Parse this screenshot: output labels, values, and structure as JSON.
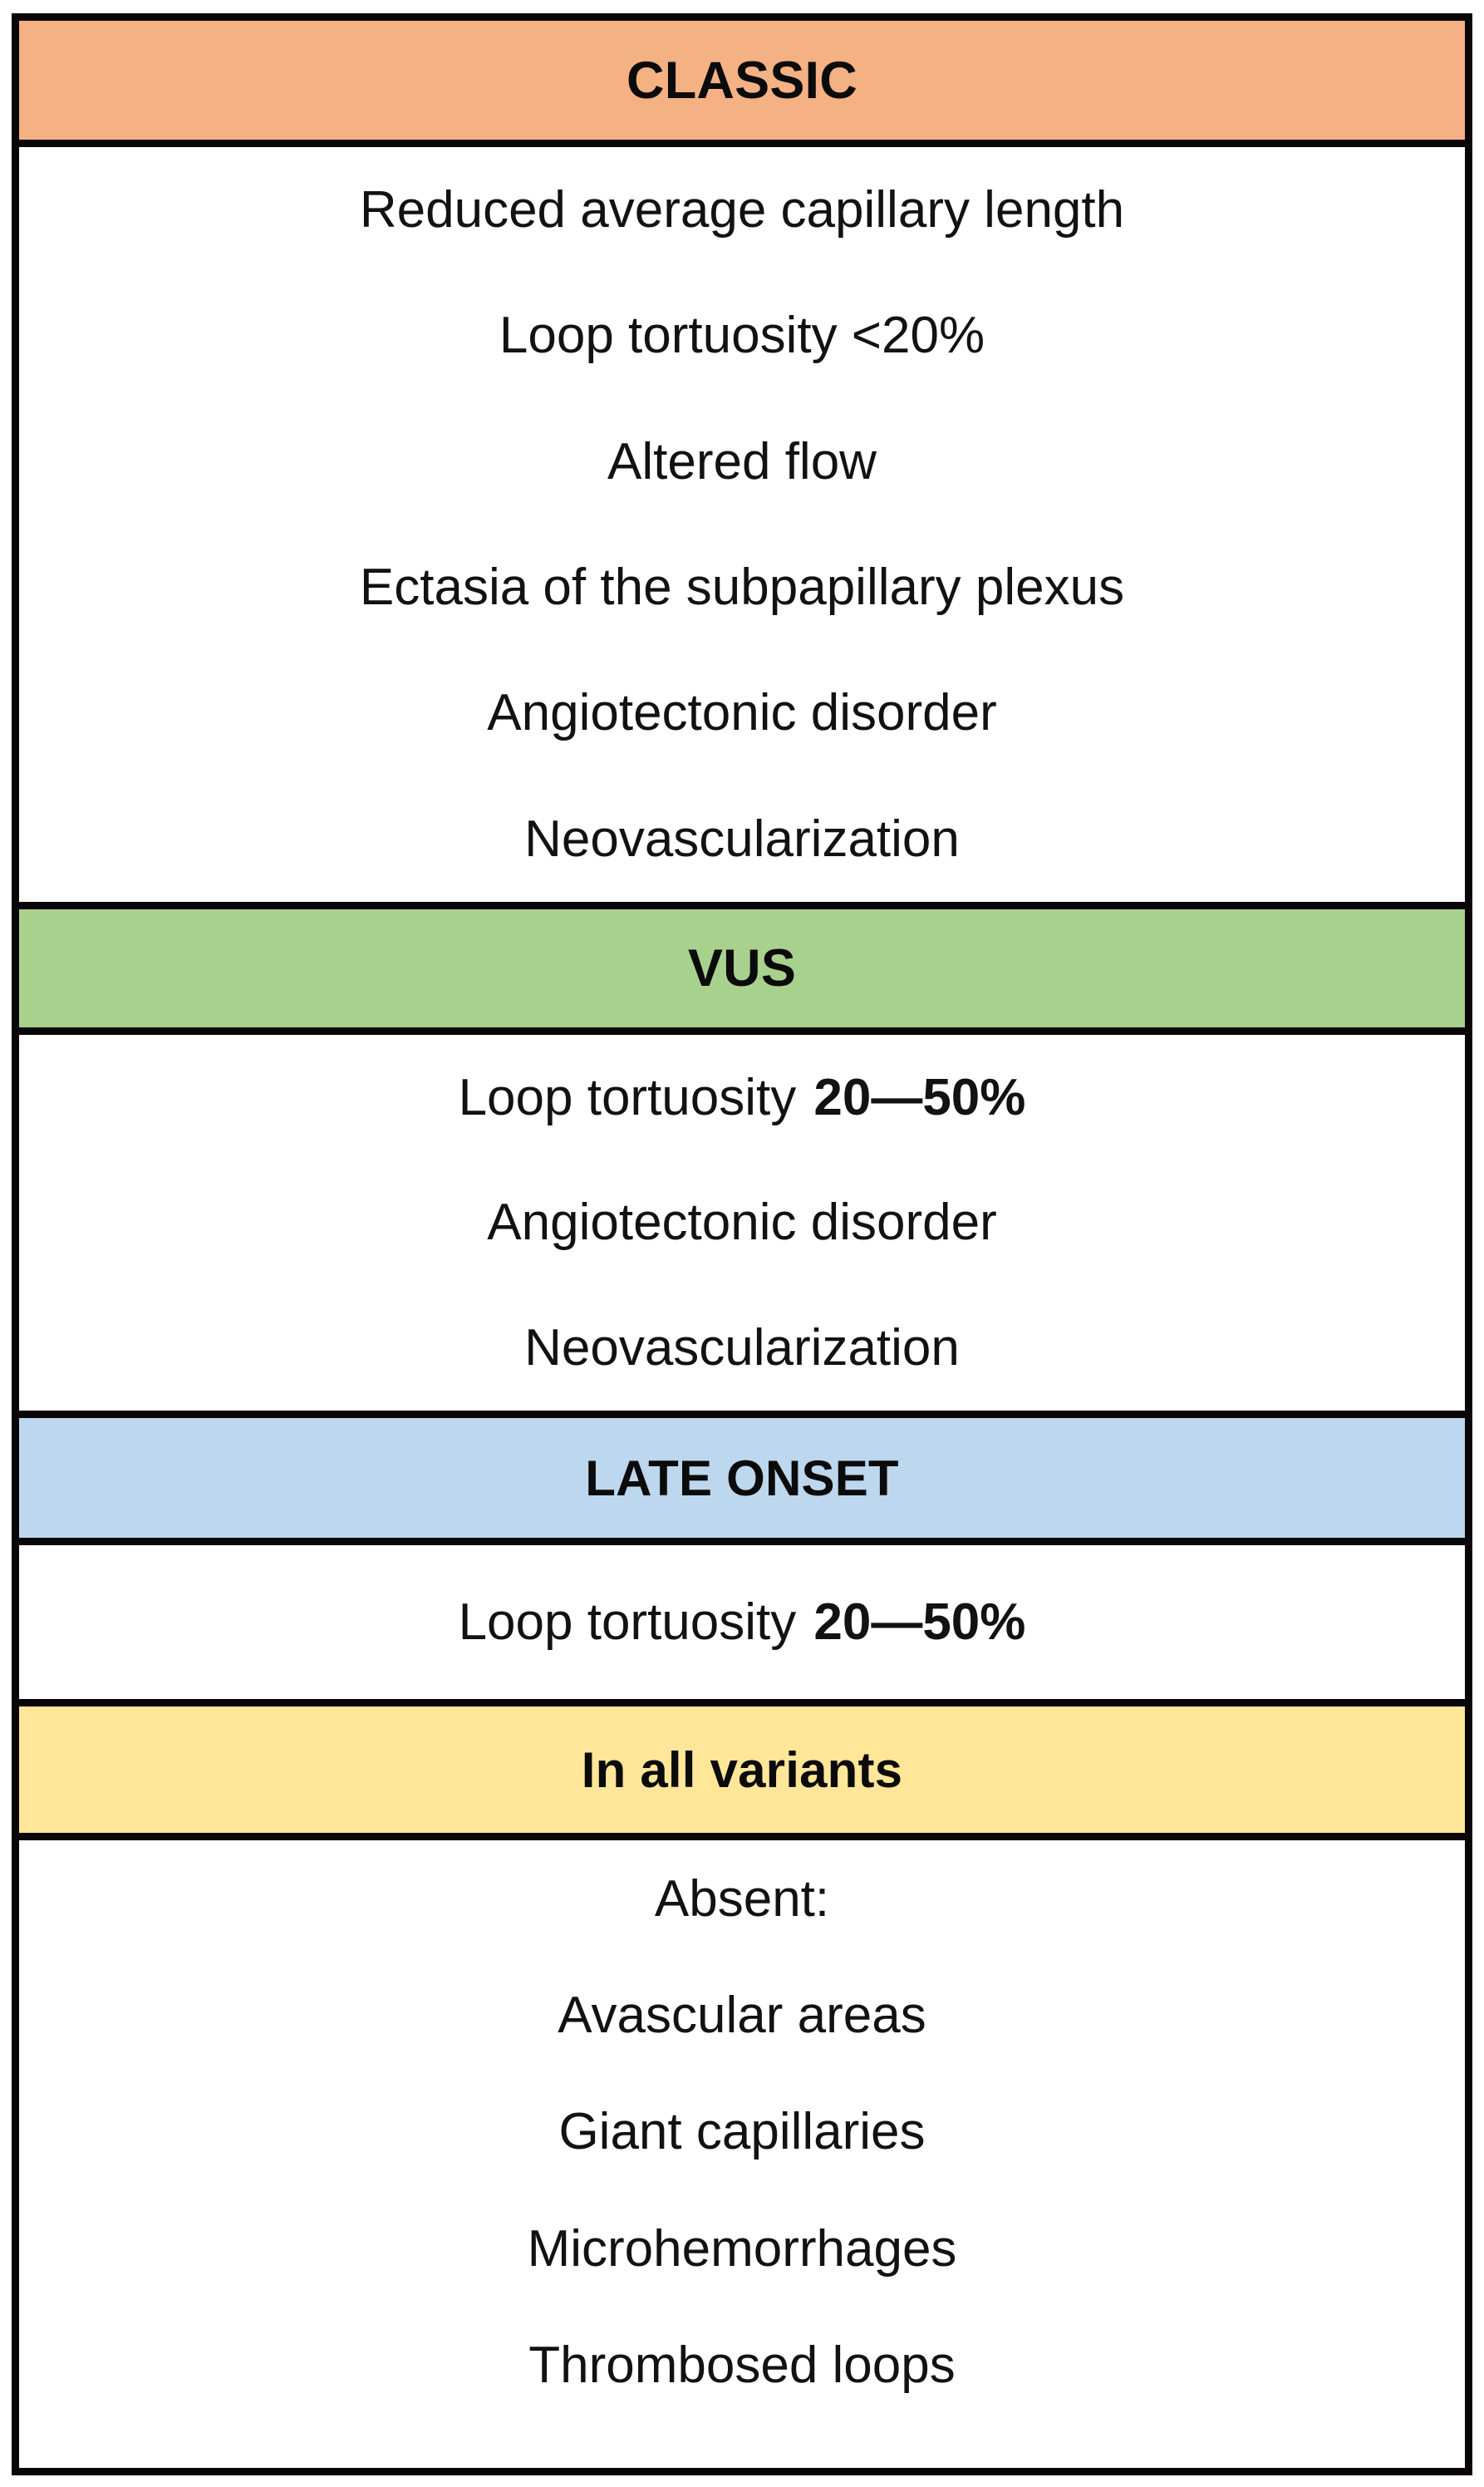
{
  "table": {
    "border_color": "#0a0506",
    "background": "#ffffff",
    "sections": [
      {
        "id": "classic",
        "header": "CLASSIC",
        "header_color": "#f4b183",
        "items": [
          {
            "text": "Reduced average capillary length"
          },
          {
            "text": "Loop tortuosity <20%"
          },
          {
            "text": "Altered flow"
          },
          {
            "text": "Ectasia of the subpapillary plexus"
          },
          {
            "text": "Angiotectonic disorder"
          },
          {
            "text": "Neovascularization"
          }
        ]
      },
      {
        "id": "vus",
        "header": "VUS",
        "header_color": "#a9d18e",
        "items": [
          {
            "lead": "Loop tortuosity",
            "value": "20—50%"
          },
          {
            "text": "Angiotectonic disorder"
          },
          {
            "text": "Neovascularization"
          }
        ]
      },
      {
        "id": "late-onset",
        "header": "LATE ONSET",
        "header_color": "#bdd7ee",
        "items": [
          {
            "lead": "Loop tortuosity",
            "value": "20—50%"
          }
        ]
      },
      {
        "id": "all-variants",
        "header": "In all variants",
        "header_color": "#ffe699",
        "items": [
          {
            "text": "Absent:"
          },
          {
            "text": "Avascular areas"
          },
          {
            "text": "Giant capillaries"
          },
          {
            "text": "Microhemorrhages"
          },
          {
            "text": "Thrombosed loops"
          }
        ]
      }
    ]
  }
}
